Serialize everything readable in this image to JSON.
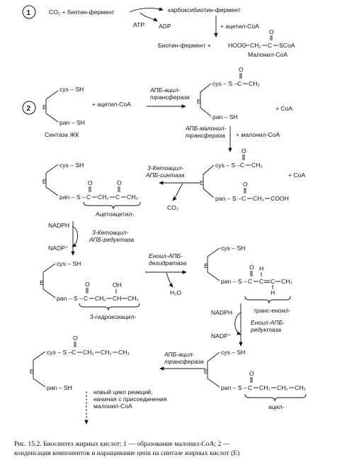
{
  "step1": {
    "number": "1",
    "reactants": "CO₂ + биотин-фермент",
    "product": "карбоксибиотин-фермент",
    "atp": "ATP",
    "adp": "ADP",
    "plus_acetyl": "+ ацетил-CoA",
    "biotin_enzyme_plus": "Биотин-фермент +",
    "hooc": "HOOC",
    "ch2": "CH₂",
    "c": "C",
    "scoa": "SCoA",
    "o": "O",
    "malonyl_label": "Малонил-CoA"
  },
  "step2": {
    "number": "2",
    "cys_sh": "cys – SH",
    "pan_sh": "pan – SH",
    "e": "E",
    "plus_acetyl": "+ ацетил-CoA",
    "synthase": "Синтаза ЖК",
    "enz_acyl_line1": "АПБ-ацил-",
    "enz_acyl_line2": "трансфераза",
    "cys_s": "cys – S –",
    "c": "C",
    "ch3": "CH₃",
    "o": "O",
    "plus_coa": "+ CoA",
    "enz_malonyl_line1": "АПБ-малонил-",
    "enz_malonyl_line2": "трансфераза",
    "plus_malonyl": "+ малонил-CoA",
    "pan_s": "pan – S –",
    "ch2": "CH₂",
    "cooh": "COOH",
    "enz_ketoacyl_line1": "3-Кетоацил-",
    "enz_ketoacyl_line2": "АПБ-синтаза",
    "co2": "CO₂",
    "acetoacetyl": "Ацетоацетил-",
    "nadph": "NADPH",
    "nadp": "NADP⁺",
    "enz_reductase_line1": "3-Кетоацил-",
    "enz_reductase_line2": "АПБ-редуктаза",
    "enz_dehydratase_line1": "Еноил-АПБ-",
    "enz_dehydratase_line2": "дегидратаза",
    "h2o": "H₂O",
    "oh": "OH",
    "h": "H",
    "ch": "CH",
    "hydroxyacyl": "3-гидроксиацил-",
    "trans_enoyl": "транс-еноил-",
    "enz_enoyl_red_line1": "Еноил-АПБ-",
    "enz_enoyl_red_line2": "редуктаза",
    "enz_acyl2_line1": "АПБ-ацил-",
    "enz_acyl2_line2": "трансфераза",
    "acyl": "ацил-",
    "new_cycle_line1": "новый цикл реакций,",
    "new_cycle_line2": "начиная с присоединения",
    "new_cycle_line3": "малонил-CoA"
  },
  "caption": {
    "line1": "Рис. 15.2. Биосинтез жирных кислот: 1 — образование малонил-CoA; 2 —",
    "line2": "конденсация компонентов и наращивание цепи на синтазе жирных кислот (E)"
  }
}
